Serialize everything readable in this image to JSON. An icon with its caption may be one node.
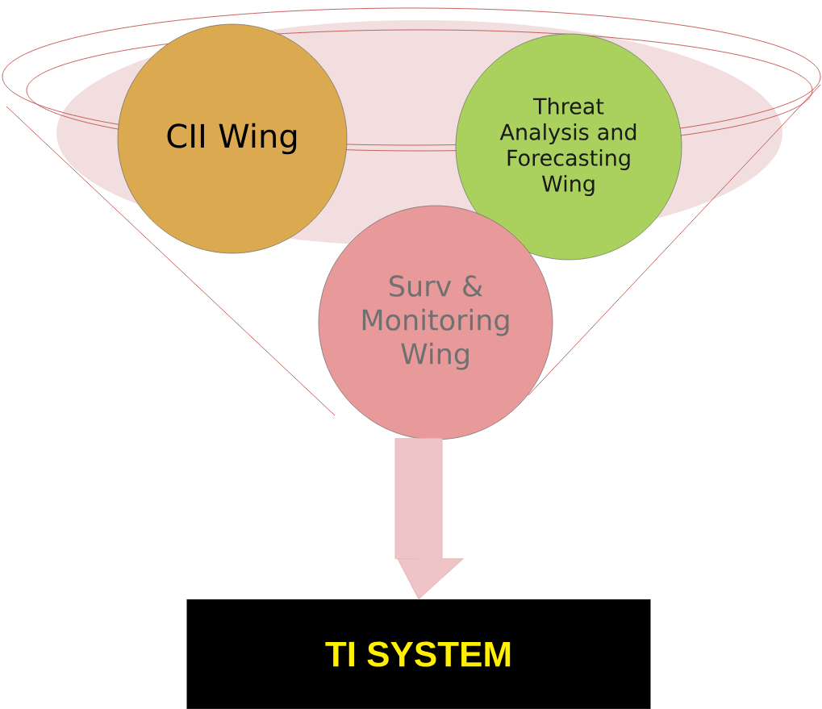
{
  "diagram": {
    "nodes": [
      {
        "text": [],
        "shape": "funnel"
      },
      {
        "text": [
          "CII Wing"
        ],
        "in": 0
      },
      {
        "text": [
          "Threat Analysis and Forecasting Wing"
        ],
        "in": 0
      },
      {
        "text": [
          "Surv & Monitoring Wing"
        ]
      },
      {
        "text": [
          "TI SYSTEM"
        ]
      }
    ],
    "edges": [
      {
        "from": 3,
        "to": 4,
        "arrow": "to",
        "style": "thick"
      }
    ]
  }
}
